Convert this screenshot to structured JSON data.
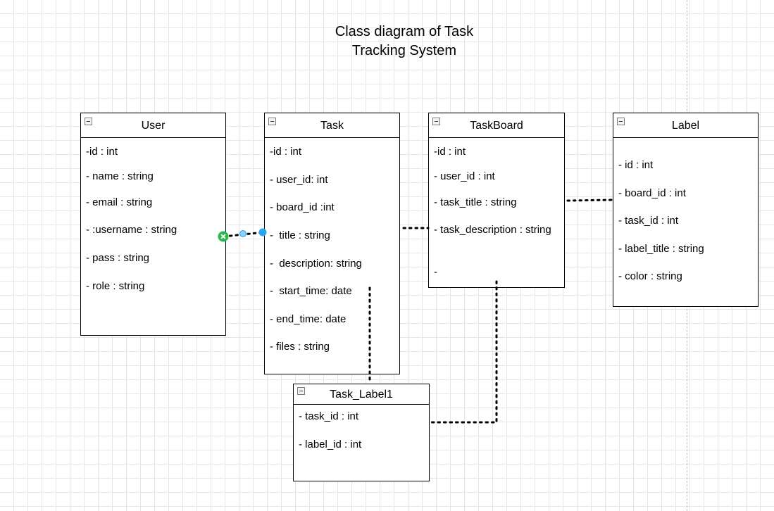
{
  "title": [
    "Class diagram of Task",
    "Tracking System"
  ],
  "classes": {
    "user": {
      "name": "User",
      "attributes": [
        "-id : int",
        "- name : string",
        "- email : string",
        "- :username : string",
        "- pass : string",
        "- role : string"
      ]
    },
    "task": {
      "name": "Task",
      "attributes": [
        "-id : int",
        "- user_id: int",
        "- board_id :int",
        "-  title : string",
        "-  description: string",
        "-  start_time: date",
        "- end_time: date",
        "- files : string"
      ]
    },
    "taskboard": {
      "name": "TaskBoard",
      "attributes": [
        "-id : int",
        "- user_id : int",
        "- task_title : string",
        "- task_description : string",
        "-"
      ]
    },
    "label": {
      "name": "Label",
      "attributes": [
        "- id : int",
        "- board_id : int",
        "- task_id : int",
        "- label_title : string",
        "- color : string"
      ]
    },
    "task_label1": {
      "name": "Task_Label1",
      "attributes": [
        "- task_id : int",
        "- label_id : int"
      ]
    }
  },
  "colors": {
    "grid": "#e6e6e6",
    "border": "#000000",
    "selection_handle": "#29a3ef",
    "remove_handle": "#2db84d"
  }
}
